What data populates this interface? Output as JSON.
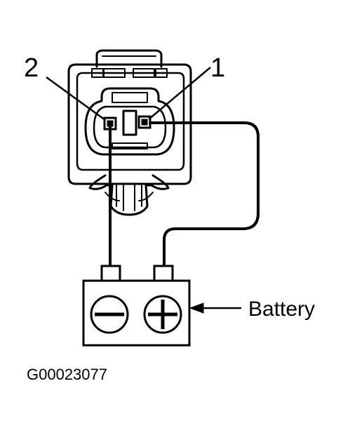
{
  "labels": {
    "pin_left": "2",
    "pin_right": "1",
    "battery": "Battery",
    "figure_code": "G00023077"
  },
  "components": {
    "connector": "connector-icon",
    "battery": "battery-icon",
    "negative_terminal": "minus-icon",
    "positive_terminal": "plus-icon"
  },
  "colors": {
    "ink": "#000000",
    "background": "#ffffff"
  }
}
